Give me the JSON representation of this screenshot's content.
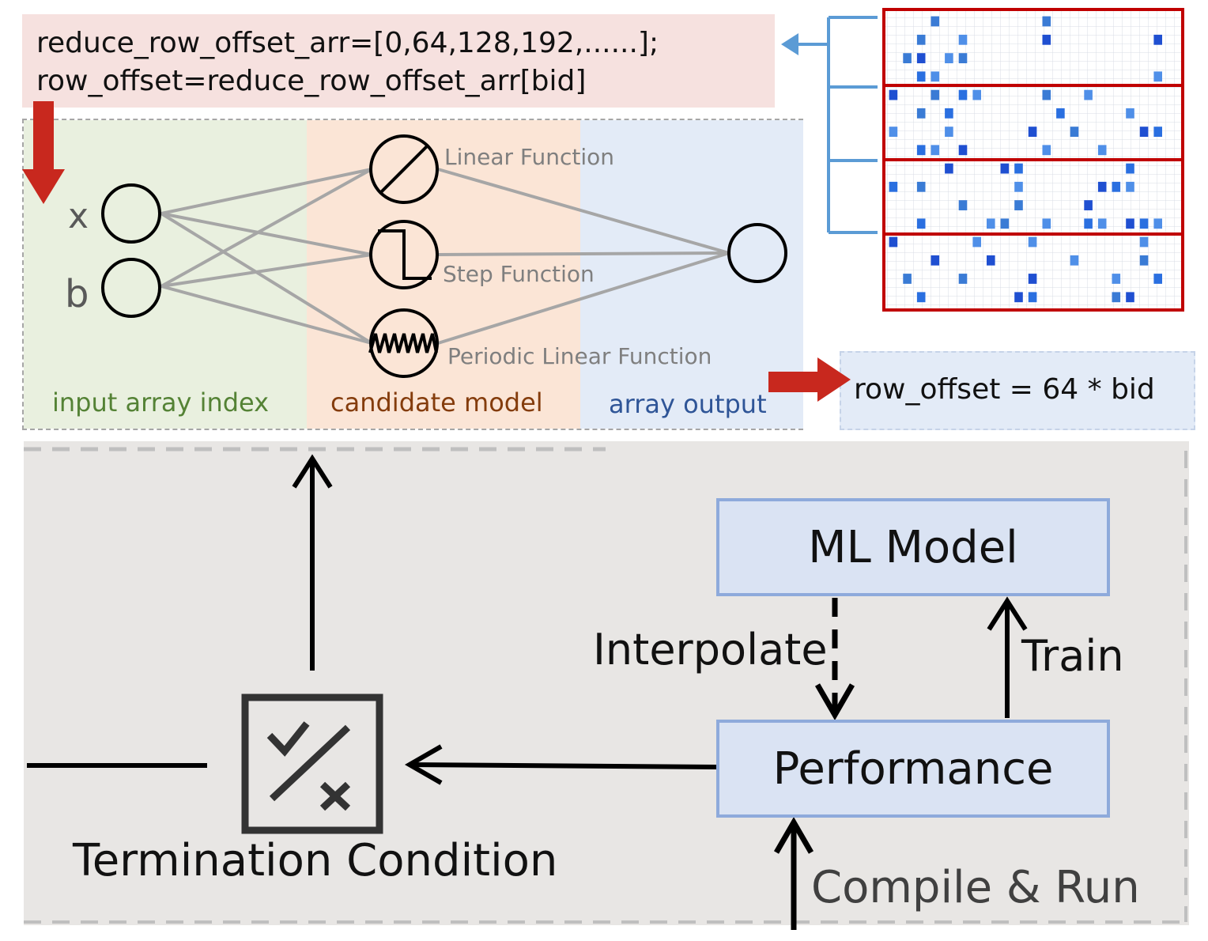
{
  "code_box": {
    "line1": "reduce_row_offset_arr=[0,64,128,192,......];",
    "line2": "row_offset=reduce_row_offset_arr[bid]"
  },
  "network": {
    "inputs": [
      "x",
      "b"
    ],
    "functions": [
      "Linear Function",
      "Step Function",
      "Periodic Linear Function"
    ],
    "columns": {
      "input": "input array index",
      "candidate": "candidate model",
      "output": "array output"
    }
  },
  "result": "row_offset = 64 * bid",
  "flow": {
    "ml_model": "ML Model",
    "performance": "Performance",
    "interpolate": "Interpolate",
    "train": "Train",
    "termination": "Termination Condition",
    "compile_run": "Compile & Run"
  },
  "colors": {
    "red_arrow": "#c8281e",
    "blue_bracket": "#5b9bd5",
    "matrix_border": "#c00000",
    "input_col_bg": "#e9f0df",
    "candidate_col_bg": "#fbe5d6",
    "output_col_bg": "#e3ebf7",
    "input_label": "#548235",
    "candidate_label": "#843c0c",
    "output_label": "#2f5597",
    "connection": "#a6a6a6"
  },
  "matrix": {
    "bands": 4,
    "sparse_grid": [
      "...#.......#.........",
      "..#..#.....#.......#.",
      ".##.##..............",
      "..##...............#",
      "#..#.##....#..#.....",
      "..#.#.......#....#..",
      "#...#.....#..#....##",
      "..##.#.....#...#....",
      "....#...##.......#..",
      "#.#......#.....###..",
      ".....#...#....#.....",
      "..#....##..#..##.###",
      "#.....#...#.......#.",
      "...#...#.....#....#.",
      ".#...#....#.....#..#",
      "..#......##.....##.."
    ]
  }
}
